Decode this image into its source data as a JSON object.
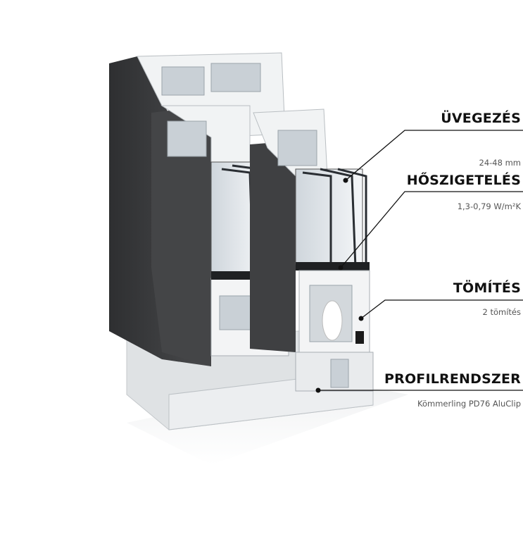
{
  "callouts": [
    {
      "title": "ÜVEGEZÉS",
      "detail": "24-48 mm"
    },
    {
      "title": "HŐSZIGETELÉS",
      "detail": "1,3-0,79 W/m²K"
    },
    {
      "title": "TÖMÍTÉS",
      "detail": "2 tömítés"
    },
    {
      "title": "PROFILRENDSZER",
      "detail": "Kömmerling PD76 AluClip"
    }
  ],
  "colors": {
    "frame_dark": "#3c3d3f",
    "pvc": "#eef0f1",
    "leader": "#111111"
  }
}
